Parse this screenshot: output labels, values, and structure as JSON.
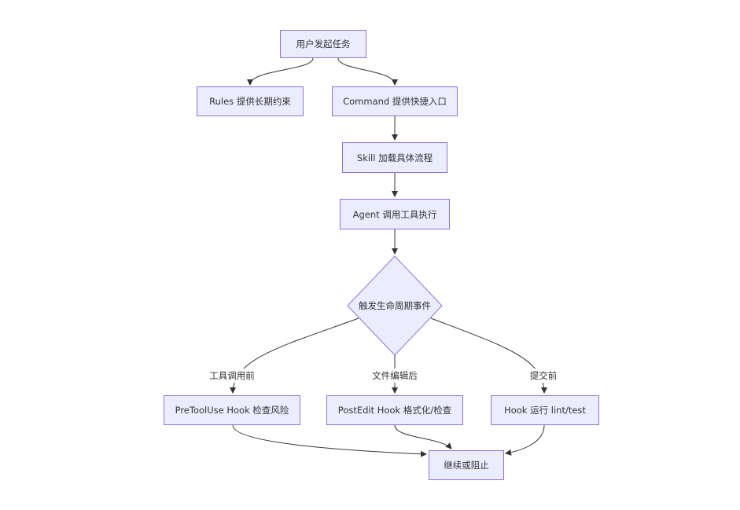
{
  "nodes": {
    "start": "用户发起任务",
    "rules": "Rules 提供长期约束",
    "command": "Command 提供快捷入口",
    "skill": "Skill 加载具体流程",
    "agent": "Agent 调用工具执行",
    "decision": "触发生命周期事件",
    "pretooluse": "PreToolUse Hook 检查风险",
    "postedit": "PostEdit Hook 格式化/检查",
    "hook_commit": "Hook 运行 lint/test",
    "result": "继续或阻止"
  },
  "edge_labels": {
    "before_tool": "工具调用前",
    "after_edit": "文件编辑后",
    "before_commit": "提交前"
  },
  "colors": {
    "node_fill": "#ececff",
    "node_border": "#9370db",
    "edge": "#333333",
    "text": "#333333"
  }
}
